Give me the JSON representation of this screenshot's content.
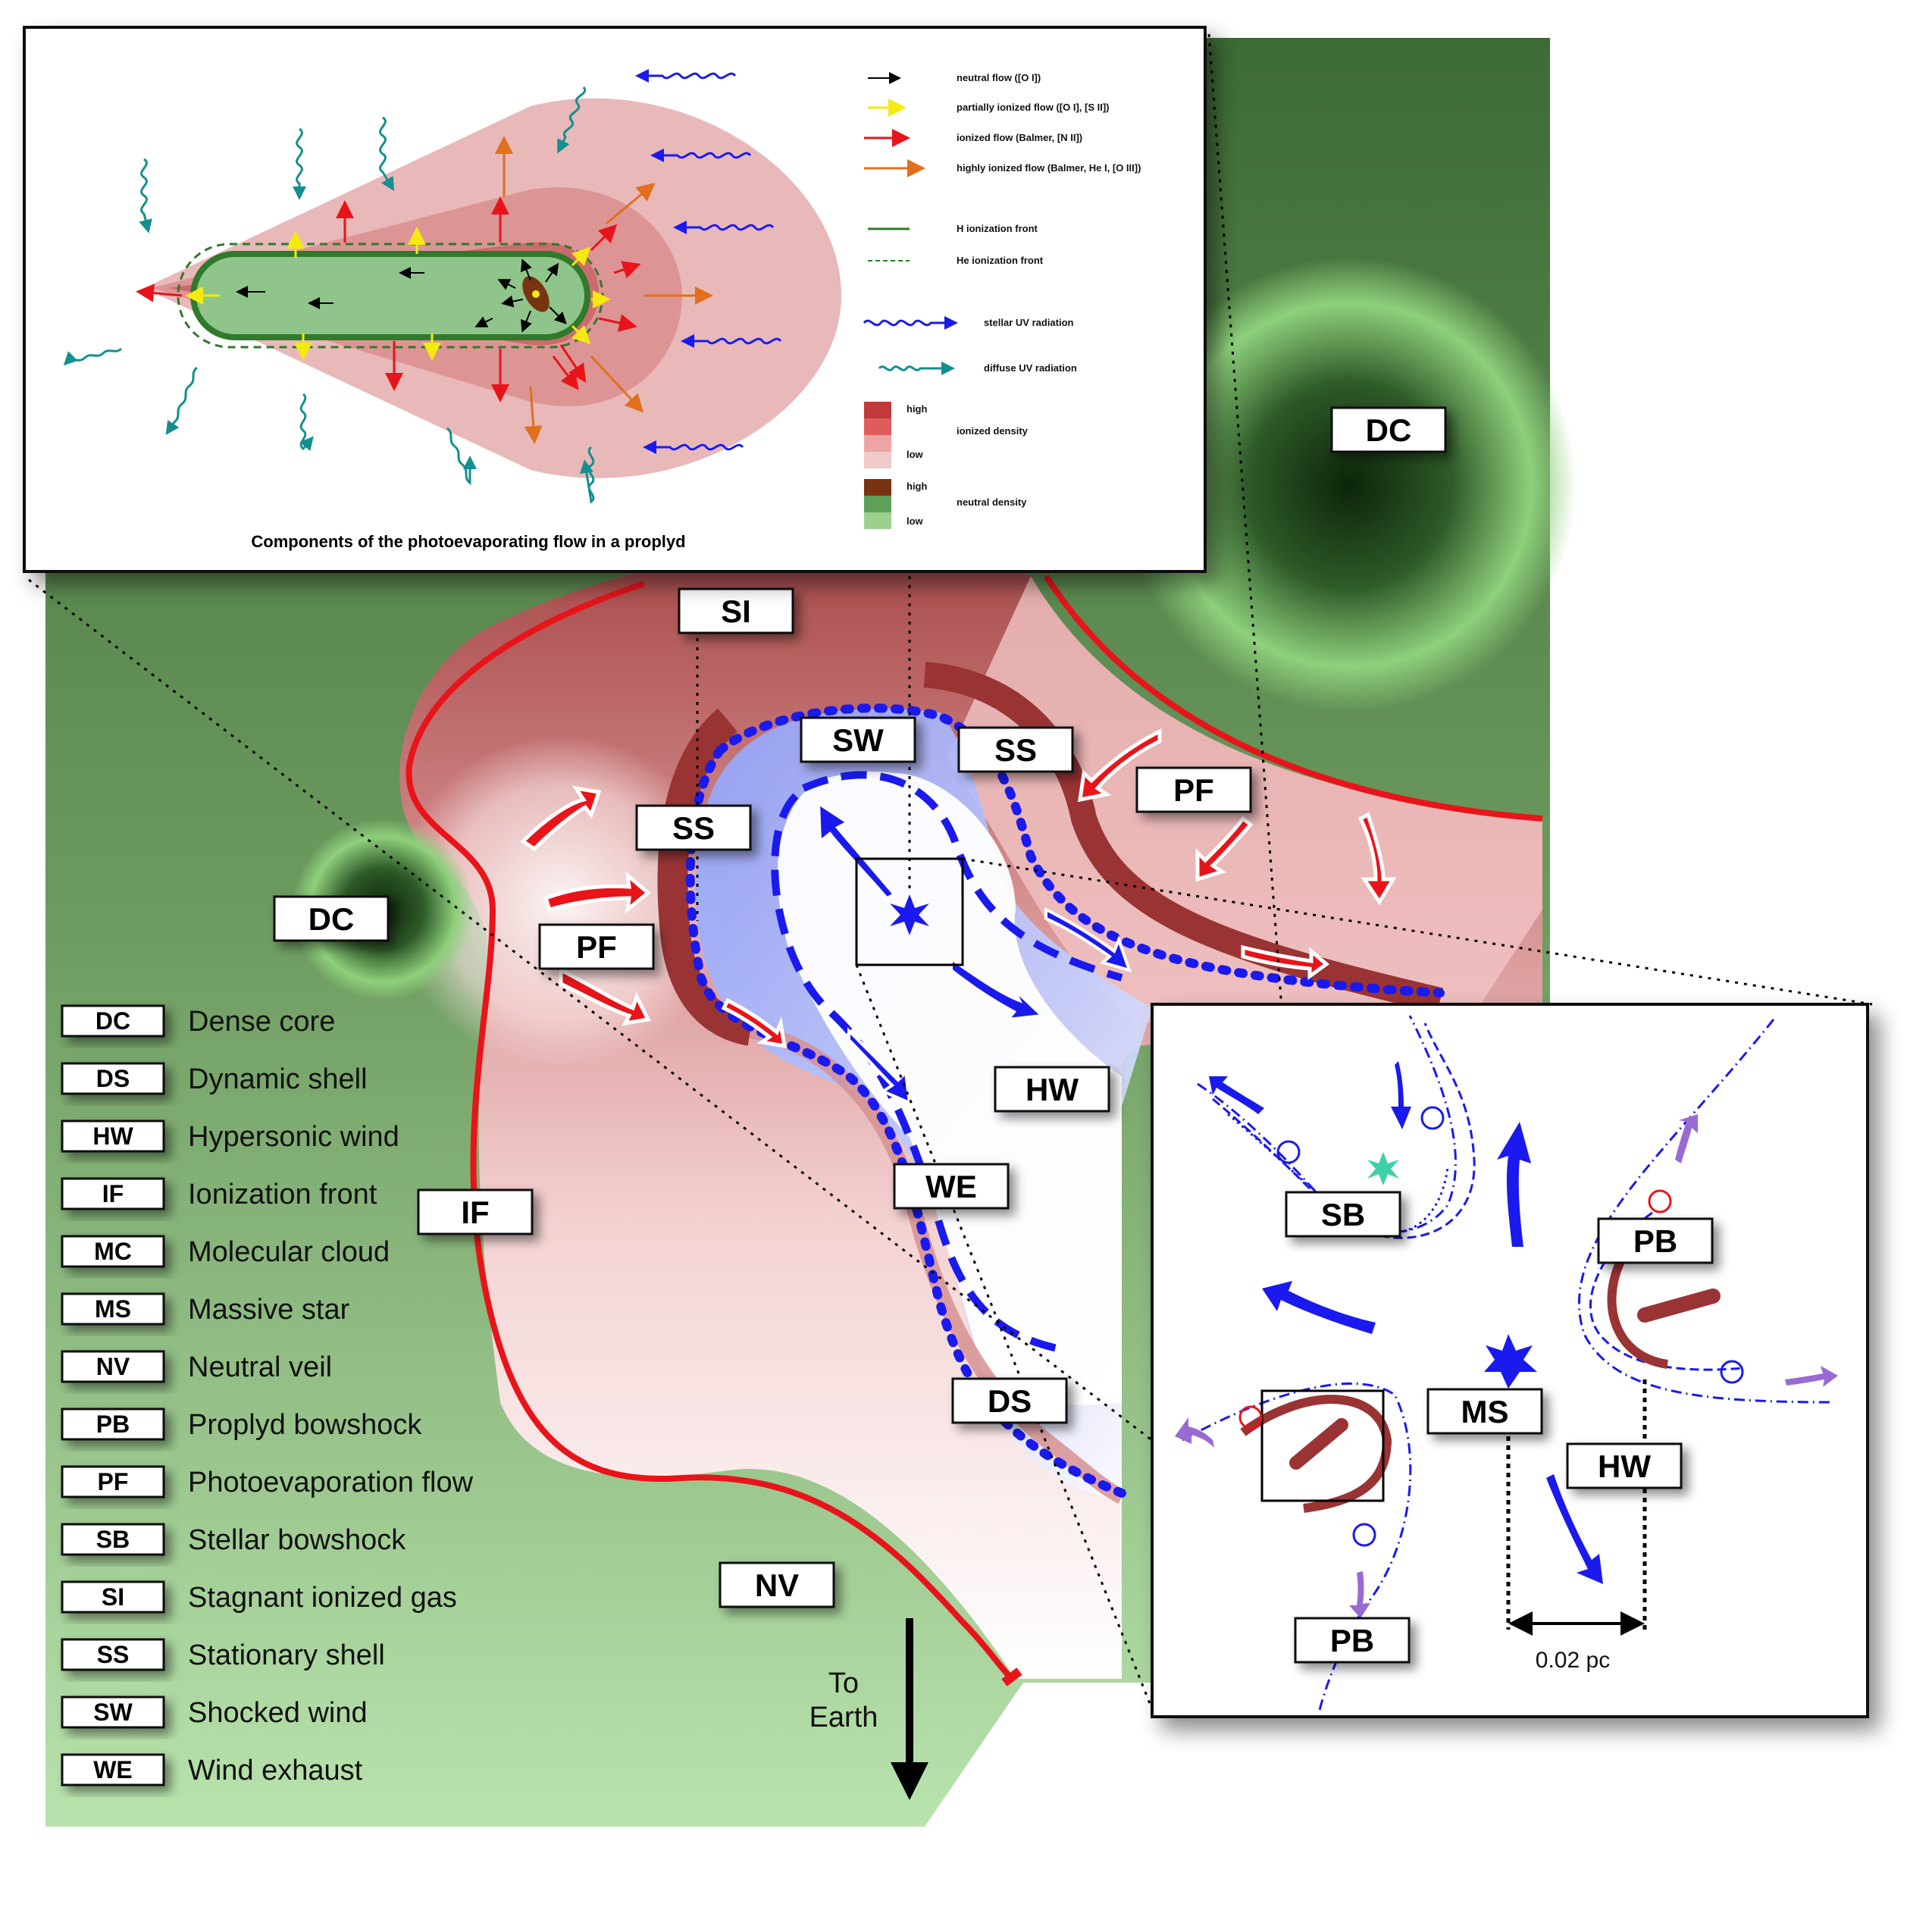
{
  "labels": {
    "si": "SI",
    "sw": "SW",
    "ss_top": "SS",
    "ss_left": "SS",
    "pf_right": "PF",
    "pf_left": "PF",
    "dc_right": "DC",
    "dc_left": "DC",
    "hw_main": "HW",
    "we": "WE",
    "if_label": "IF",
    "ds": "DS",
    "nv": "NV",
    "sb": "SB",
    "pb_right": "PB",
    "pb_bottom": "PB",
    "ms": "MS",
    "hw_inset": "HW"
  },
  "to_earth": {
    "line1": "To",
    "line2": "Earth"
  },
  "scale_bar": "0.02 pc",
  "legend": [
    {
      "abbr": "DC",
      "text": "Dense core"
    },
    {
      "abbr": "DS",
      "text": "Dynamic shell"
    },
    {
      "abbr": "HW",
      "text": "Hypersonic wind"
    },
    {
      "abbr": "IF",
      "text": "Ionization front"
    },
    {
      "abbr": "MC",
      "text": "Molecular cloud"
    },
    {
      "abbr": "MS",
      "text": "Massive star"
    },
    {
      "abbr": "NV",
      "text": "Neutral veil"
    },
    {
      "abbr": "PB",
      "text": "Proplyd bowshock"
    },
    {
      "abbr": "PF",
      "text": "Photoevaporation flow"
    },
    {
      "abbr": "SB",
      "text": "Stellar bowshock"
    },
    {
      "abbr": "SI",
      "text": "Stagnant ionized gas"
    },
    {
      "abbr": "SS",
      "text": "Stationary shell"
    },
    {
      "abbr": "SW",
      "text": "Shocked wind"
    },
    {
      "abbr": "WE",
      "text": "Wind exhaust"
    }
  ],
  "proplyd_inset": {
    "title": "Components of the photoevaporating flow in a proplyd",
    "key": {
      "neutral_flow": "neutral flow ([O I])",
      "partial_flow": "partially ionized flow ([O I], [S II])",
      "ionized_flow": "ionized flow (Balmer, [N II])",
      "highly_ionized_flow": "highly ionized flow (Balmer, He I, [O III])",
      "h_front": "H ionization front",
      "he_front": "He ionization front",
      "stellar_uv": "stellar UV radiation",
      "diffuse_uv": "diffuse UV radiation",
      "high1": "high",
      "ionized_density": "ionized density",
      "low1": "low",
      "high2": "high",
      "neutral_density": "neutral density",
      "low2": "low"
    }
  },
  "colors": {
    "ionization_front": "#e8141a",
    "wind_blue": "#1a1aee",
    "neutral_green": "#7faa6a",
    "ionized_pink": "#e9b0b0",
    "shell_dark_red": "#9a3434",
    "diffuse_uv": "#138f8f",
    "highly_ionized_orange": "#e0701e"
  }
}
